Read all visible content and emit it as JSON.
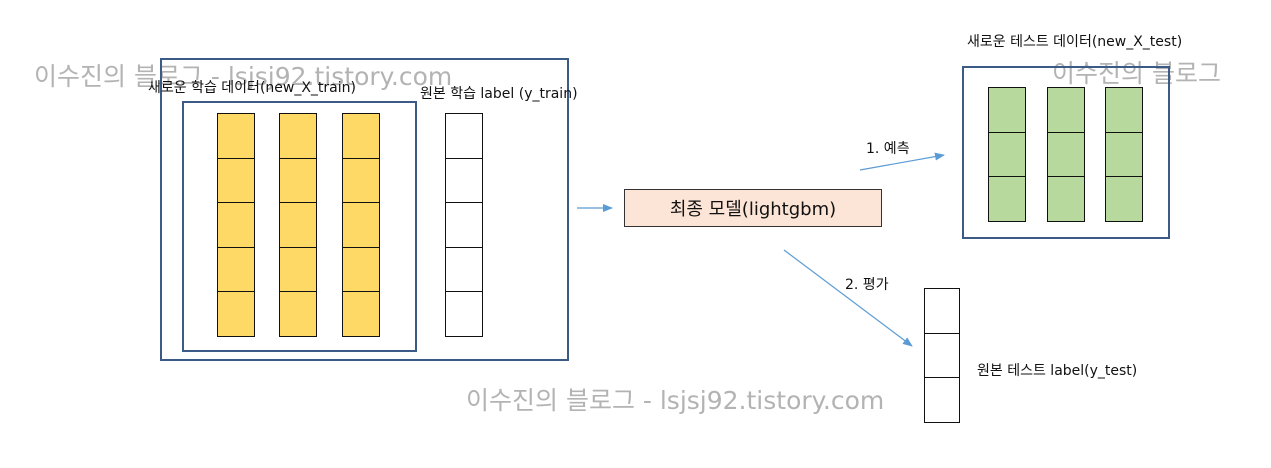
{
  "watermarks": {
    "top_left": "이수진의 블로그 - lsjsj92.tistory.com",
    "top_right": "이수진의 블로그",
    "bottom_center": "이수진의 블로그 - lsjsj92.tistory.com"
  },
  "train": {
    "new_data_label": "새로운 학습 데이터(new_X_train)",
    "label_label": "원본 학습 label (y_train)"
  },
  "model": {
    "label": "최종 모델(lightgbm)"
  },
  "predict": {
    "step_label": "1. 예측",
    "test_data_label": "새로운 테스트 데이터(new_X_test)"
  },
  "evaluate": {
    "step_label": "2. 평가",
    "test_label_label": "원본 테스트 label(y_test)"
  },
  "colors": {
    "frame": "#3b5a86",
    "train_cells": "#fed966",
    "test_cells": "#b8d99e",
    "model_fill": "#fce4d6",
    "arrow": "#5b9bd5",
    "watermark": "#b3b3b3"
  }
}
